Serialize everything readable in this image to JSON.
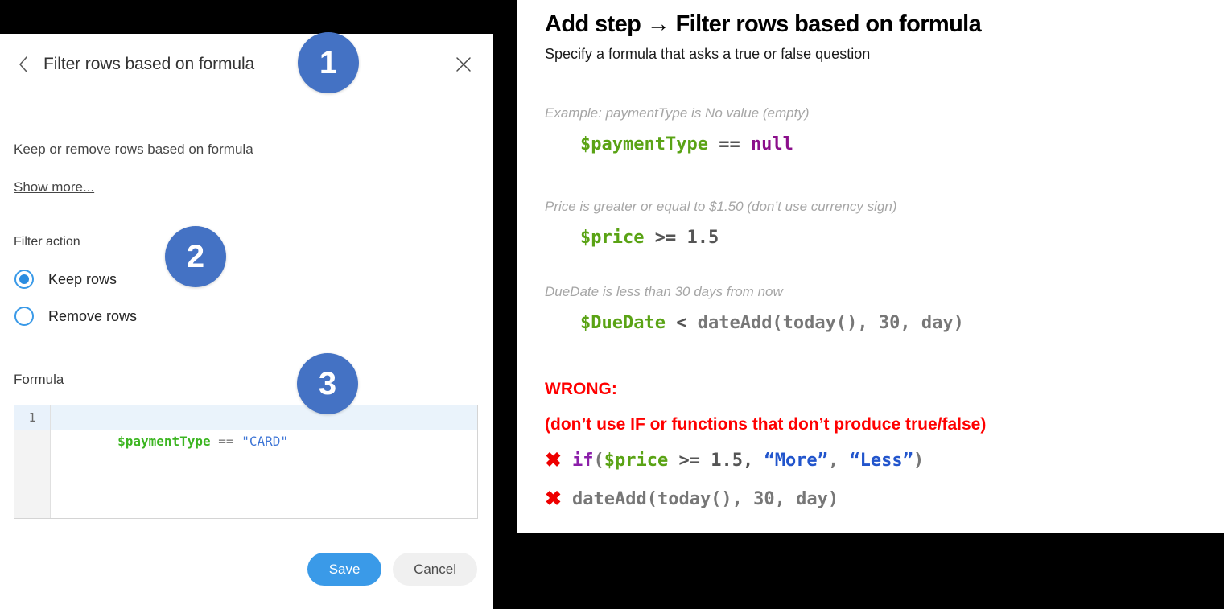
{
  "dialog": {
    "title": "Filter rows based on formula",
    "back_icon": "chevron-left-icon",
    "close_icon": "close-icon",
    "subtitle": "Keep or remove rows based on formula",
    "show_more": "Show more...",
    "filter_action_label": "Filter action",
    "radios": [
      {
        "label": "Keep rows",
        "selected": true
      },
      {
        "label": "Remove rows",
        "selected": false
      }
    ],
    "formula_label": "Formula",
    "editor": {
      "line_number": "1",
      "tokens": [
        {
          "text": "$paymentType",
          "kind": "variable"
        },
        {
          "text": " == ",
          "kind": "operator"
        },
        {
          "text": "\"CARD\"",
          "kind": "string"
        }
      ],
      "full_text": "$paymentType == \"CARD\""
    },
    "save_label": "Save",
    "cancel_label": "Cancel"
  },
  "badges": [
    {
      "number": "1"
    },
    {
      "number": "2"
    },
    {
      "number": "3"
    }
  ],
  "help": {
    "title": "Add step → Filter rows based on formula",
    "subtitle": "Specify a formula that asks a true or false question",
    "examples": [
      {
        "caption": "Example: paymentType is No value (empty)",
        "tokens": [
          {
            "text": "$paymentType",
            "kind": "variable"
          },
          {
            "text": " == ",
            "kind": "operator"
          },
          {
            "text": "null",
            "kind": "null"
          }
        ],
        "code": "$paymentType == null"
      },
      {
        "caption": "Price is greater or equal to $1.50 (don’t use currency sign)",
        "tokens": [
          {
            "text": "$price",
            "kind": "variable"
          },
          {
            "text": " >= ",
            "kind": "operator"
          },
          {
            "text": "1.5",
            "kind": "number"
          }
        ],
        "code": "$price >= 1.5"
      },
      {
        "caption": "DueDate is less than 30 days from now",
        "tokens": [
          {
            "text": "$DueDate",
            "kind": "variable"
          },
          {
            "text": " < ",
            "kind": "operator"
          },
          {
            "text": "dateAdd(today(), 30, day)",
            "kind": "function"
          }
        ],
        "code": "$DueDate < dateAdd(today(), 30, day)"
      }
    ],
    "wrong_heading": "WRONG:",
    "wrong_note": "(don’t use IF or functions that don’t produce true/false)",
    "wrong_items": [
      {
        "marker": "✖",
        "tokens": [
          {
            "text": "if",
            "kind": "keyword"
          },
          {
            "text": "(",
            "kind": "function"
          },
          {
            "text": "$price",
            "kind": "variable"
          },
          {
            "text": " >= ",
            "kind": "operator"
          },
          {
            "text": "1.5, ",
            "kind": "number"
          },
          {
            "text": "“More”",
            "kind": "string"
          },
          {
            "text": ", ",
            "kind": "function"
          },
          {
            "text": "“Less”",
            "kind": "string"
          },
          {
            "text": ")",
            "kind": "function"
          }
        ],
        "code": "if($price >= 1.5, “More”, “Less”)"
      },
      {
        "marker": "✖",
        "tokens": [
          {
            "text": "dateAdd(today(), 30, day)",
            "kind": "function"
          }
        ],
        "code": "dateAdd(today(), 30, day)"
      }
    ]
  },
  "colors": {
    "badge_blue": "#4472c4",
    "accent_blue": "#3a9ae8",
    "error_red": "#ff0000",
    "code_variable_green": "#5aa315",
    "code_null_purple": "#8b0f8b",
    "code_string_blue": "#2255cc"
  }
}
